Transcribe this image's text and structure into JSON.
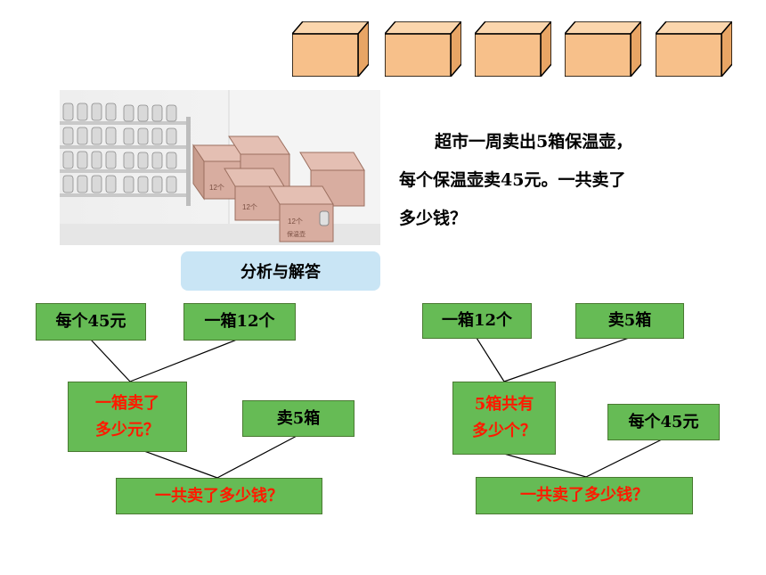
{
  "colors": {
    "box_front": "#f7c08a",
    "box_top": "#fbd6ad",
    "box_side": "#e8a565",
    "node_fill": "#66bb55",
    "pill_fill": "#c9e5f5",
    "question_text": "#ff1a00"
  },
  "cartons": {
    "count": 5
  },
  "illustration": {
    "box_labels": [
      "12个",
      "12个",
      "12个",
      "保温壶"
    ]
  },
  "problem": {
    "line1": "超市一周卖出5箱保温壶，",
    "line2": "每个保温壶卖45元。一共卖了",
    "line3": "多少钱？"
  },
  "analysis_button": {
    "label": "分析与解答"
  },
  "method1": {
    "given_a": "每个45元",
    "given_b": "一箱12个",
    "step_question": [
      "一箱卖了",
      "多少元？"
    ],
    "given_c": "卖5箱",
    "final_question": "一共卖了多少钱？"
  },
  "method2": {
    "given_a": "一箱12个",
    "given_b": "卖5箱",
    "step_question": [
      "5箱共有",
      "多少个？"
    ],
    "given_c": "每个45元",
    "final_question": "一共卖了多少钱？"
  }
}
